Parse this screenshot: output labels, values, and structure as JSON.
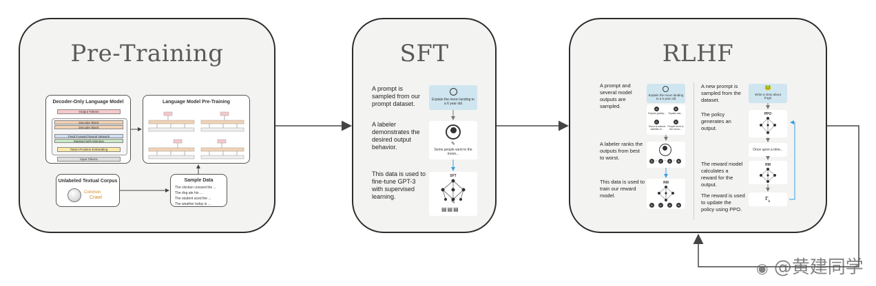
{
  "pretraining": {
    "title": "Pre-Training",
    "decoder_box": {
      "title": "Decoder-Only Language Model",
      "layers": [
        "Output Tokens",
        "Decoder Block",
        "Decoder Block",
        "Feed Forward Neural Network",
        "Masked Self-Attention",
        "Token+Position Embedding",
        "Input Tokens"
      ]
    },
    "lmpt_box": {
      "title": "Language Model Pre-Training"
    },
    "corpus_box": {
      "title": "Unlabeled Textual Corpus",
      "logo_text_1": "Common",
      "logo_text_2": "Crawl"
    },
    "sample_box": {
      "title": "Sample Data",
      "lines": [
        "The chicken crossed the ...",
        "The dog ate his ...",
        "The student aced the ...",
        "The weather today is ..."
      ]
    }
  },
  "sft": {
    "title": "SFT",
    "captions": [
      "A prompt is sampled from our prompt dataset.",
      "A labeler demonstrates the desired output behavior.",
      "This data is used to fine-tune GPT-3 with supervised learning."
    ],
    "prompt_card": "Explain the moon landing to a 6 year old",
    "answer_card": "Some people went to the moon...",
    "model_label": "SFT"
  },
  "rlhf": {
    "title": "RLHF",
    "left_captions": [
      "A prompt and several model outputs are sampled.",
      "A labeler ranks the outputs from best to worst.",
      "This data is used to train our reward model."
    ],
    "left_prompt": "Explain the moon landing to a 6 year old",
    "options": [
      {
        "letter": "A",
        "text": "Explain gravity..."
      },
      {
        "letter": "B",
        "text": "Explain war..."
      },
      {
        "letter": "C",
        "text": "Moon is natural satellite of..."
      },
      {
        "letter": "D",
        "text": "People went to the moon..."
      }
    ],
    "ranking": [
      "D",
      "C",
      "A",
      "B"
    ],
    "rm_label": "RM",
    "right_captions": [
      "A new prompt is sampled from the dataset.",
      "The policy generates an output.",
      "The reward model calculates a reward for the output.",
      "The reward is used to update the policy using PPO."
    ],
    "right_prompt": "Write a story about frogs",
    "ppo_label": "PPO",
    "output_card": "Once upon a time...",
    "reward_label": "r",
    "reward_sub": "k"
  },
  "watermark": "@黄建同学",
  "colors": {
    "panel_bg": "#f3f3f2",
    "border": "#2b2b2b",
    "blue_card": "#cfe5ef",
    "blue_arrow": "#3b9fe0"
  }
}
